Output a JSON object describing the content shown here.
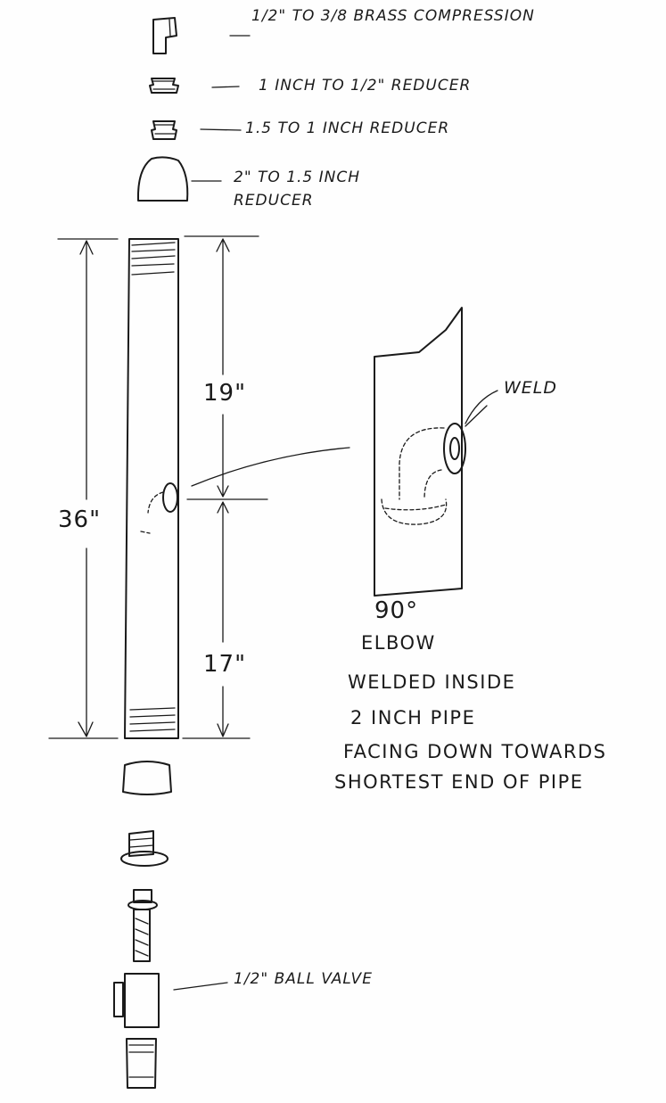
{
  "parts_top": [
    {
      "label": "1/2\" TO 3/8 BRASS COMPRESSION"
    },
    {
      "label": "1 INCH TO 1/2\" REDUCER"
    },
    {
      "label": "1.5 TO 1 INCH REDUCER"
    },
    {
      "label": "2\" TO 1.5 INCH REDUCER"
    }
  ],
  "dimensions": {
    "total": "36\"",
    "upper": "19\"",
    "lower": "17\""
  },
  "detail": {
    "weld_label": "WELD",
    "angle": "90°",
    "note_lines": [
      "ELBOW",
      "WELDED INSIDE",
      "2 INCH PIPE",
      "FACING DOWN TOWARDS",
      "SHORTEST END OF PIPE"
    ]
  },
  "parts_bottom": {
    "valve_label": "1/2\" BALL VALVE"
  }
}
